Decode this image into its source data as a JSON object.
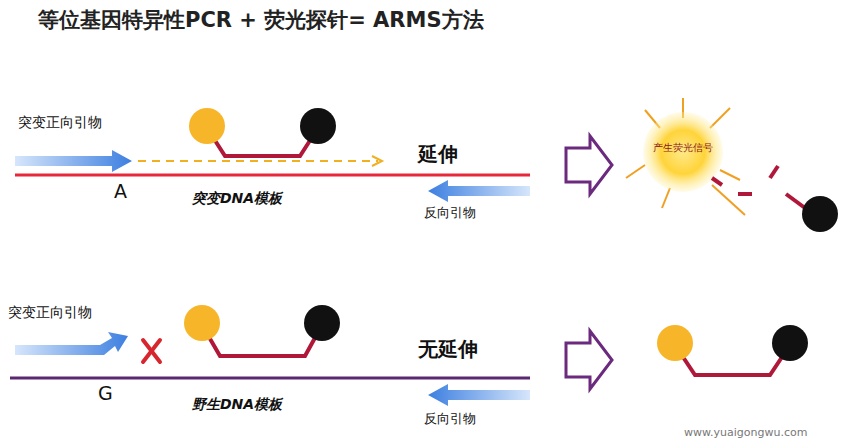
{
  "diagram": {
    "title": "等位基因特异性PCR + 荧光探针= ARMS方法",
    "nodes": [
      {
        "text": [
          "产生荧光信号"
        ]
      }
    ],
    "edges": [],
    "labels": [
      "突变正向引物",
      "A",
      "突变DNA模板",
      "延伸",
      "反向引物",
      "突变正向引物",
      "G",
      "野生DNA模板",
      "无延伸",
      "反向引物",
      "www.yuaigongwu.com"
    ]
  }
}
